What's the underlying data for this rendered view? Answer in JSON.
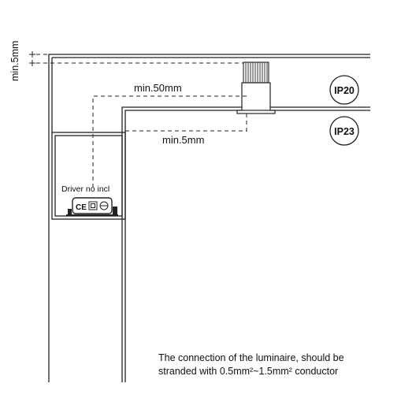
{
  "dimensions": {
    "top_gap": "min.5mm",
    "clearance": "min.50mm",
    "side_gap": "min.5mm"
  },
  "driver": {
    "label": "Driver no incl",
    "marks": "CE"
  },
  "ratings": {
    "upper": "IP20",
    "lower": "IP23"
  },
  "note": {
    "line1": "The connection of the luminaire, should be",
    "line2": "stranded with 0.5mm²~1.5mm² conductor"
  },
  "icons": [
    "ce-mark-icon",
    "double-insulation-icon",
    "thermal-protection-icon"
  ]
}
